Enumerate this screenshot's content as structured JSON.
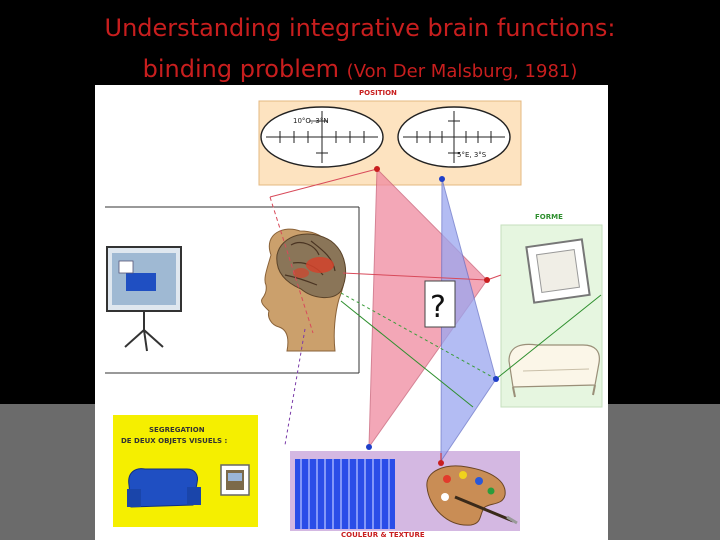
{
  "slide": {
    "title_line1": "Understanding integrative brain functions:",
    "title_line2": "binding problem",
    "title_citation": "(Von Der Malsburg, 1981)"
  },
  "figure": {
    "position_label": "POSITION",
    "forme_label": "FORME",
    "couleur_label": "COULEUR & TEXTURE",
    "segregation_line1": "SEGREGATION",
    "segregation_line2": "DE DEUX OBJETS VISUELS :",
    "coord_left": "10°O, 3°N",
    "coord_right": "5°E, 3°S",
    "question_mark": "?"
  },
  "colors": {
    "title": "#c81e1e",
    "position_panel": "#fde3c0",
    "forme_panel": "#e6f6e0",
    "segregation_panel": "#f5ef00",
    "couleur_panel": "#d4b8e2",
    "red_triangle": "#f08aa0",
    "blue_triangle": "#9aa6f0",
    "sofa_blue": "#1f4fc2",
    "texture_blue": "#2a4de8"
  }
}
